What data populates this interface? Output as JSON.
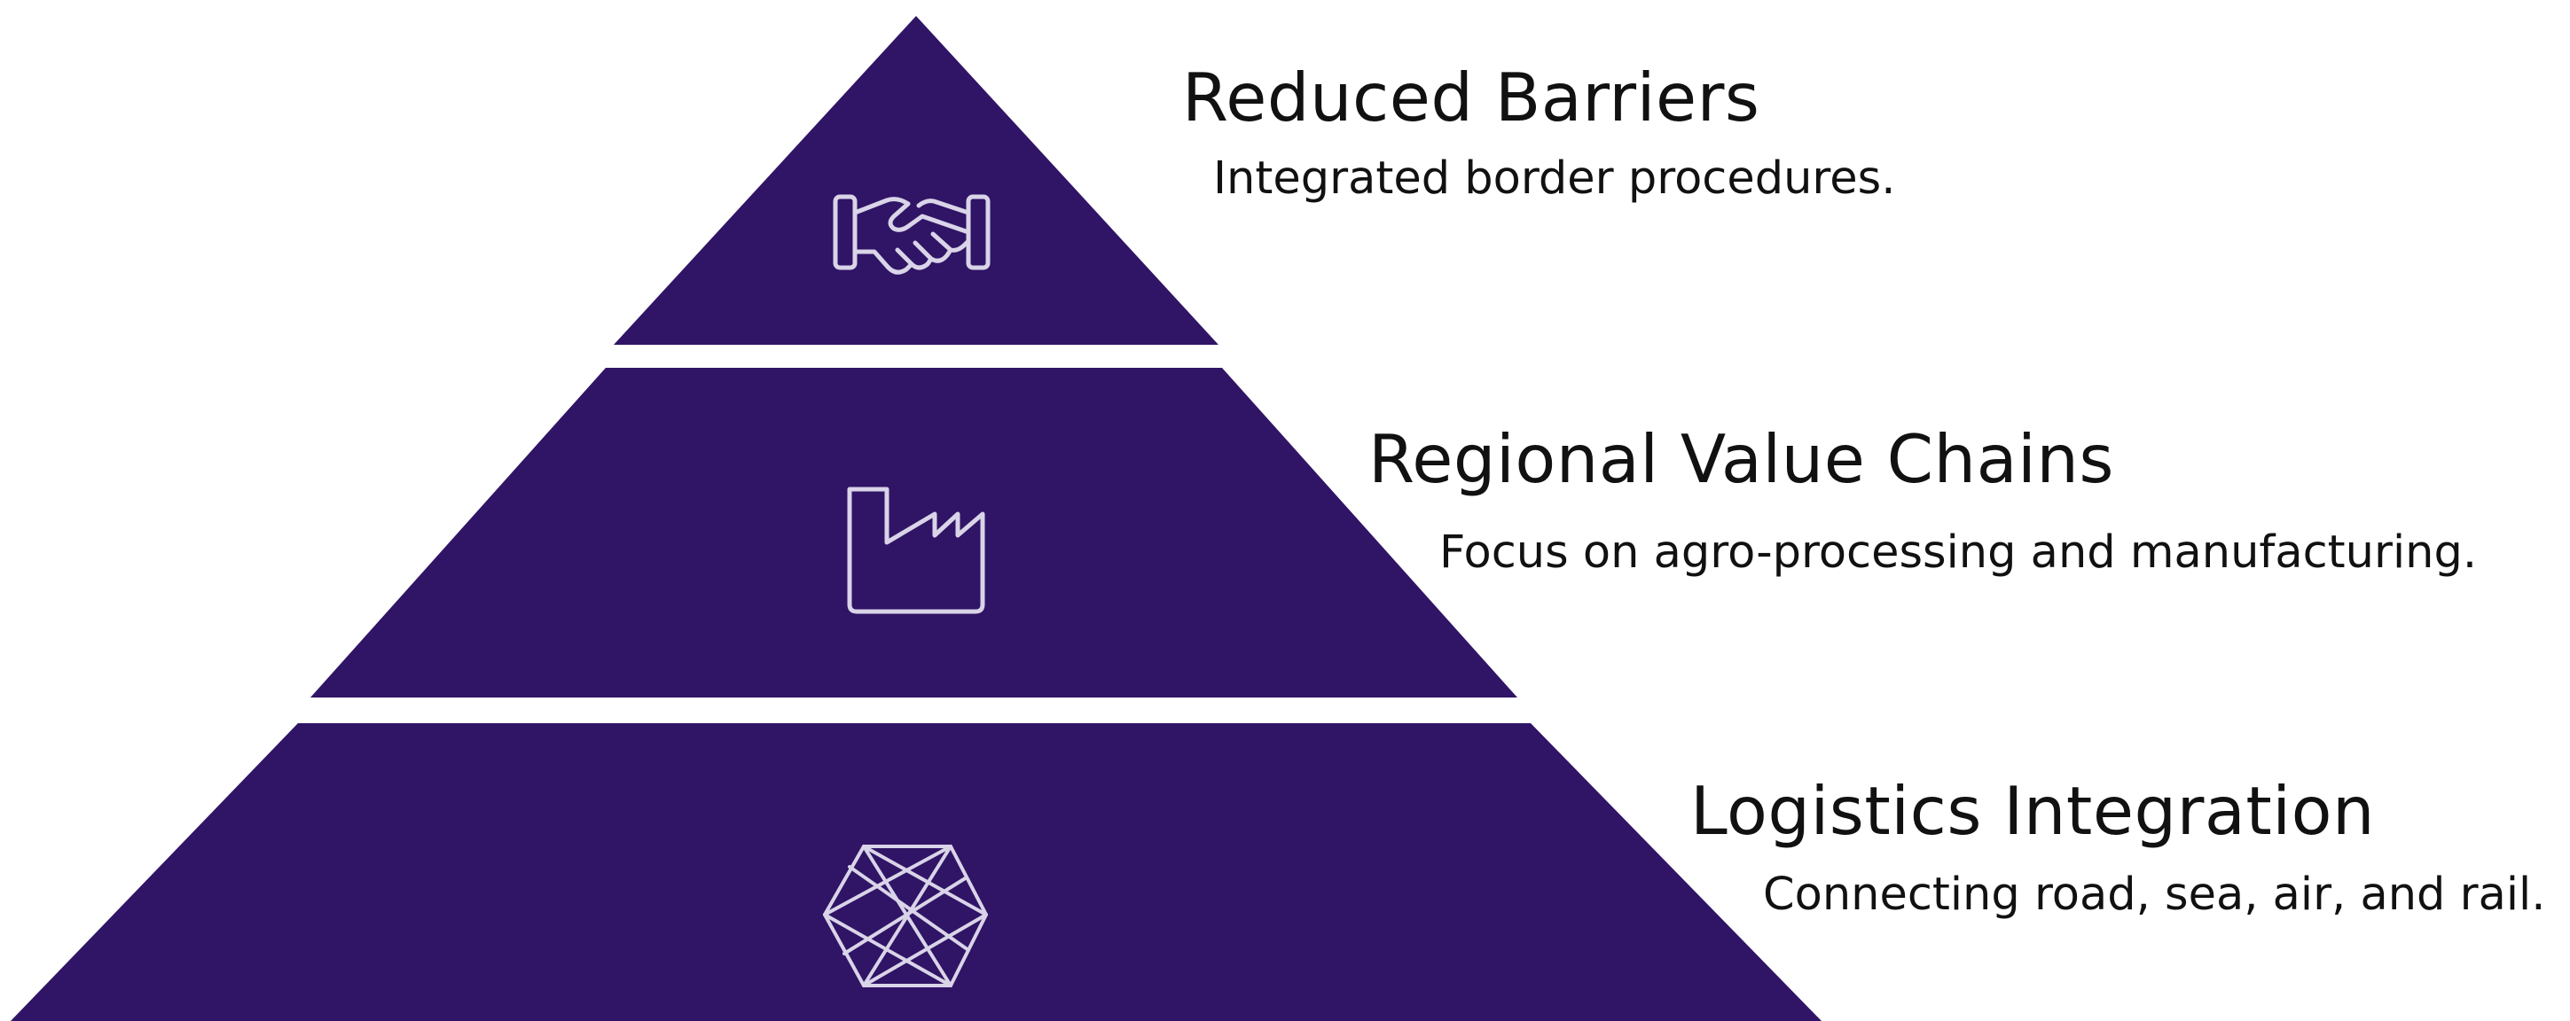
{
  "colors": {
    "tier_fill": "#301466",
    "icon_stroke": "#d9d4e8",
    "background": "#ffffff",
    "text": "#111111"
  },
  "tiers": [
    {
      "title": "Reduced Barriers",
      "description": "Integrated border procedures.",
      "icon": "handshake-icon"
    },
    {
      "title": "Regional Value Chains",
      "description": "Focus on agro-processing and manufacturing.",
      "icon": "factory-icon"
    },
    {
      "title": "Logistics Integration",
      "description": "Connecting road, sea, air, and rail.",
      "icon": "network-hexagon-icon"
    }
  ]
}
